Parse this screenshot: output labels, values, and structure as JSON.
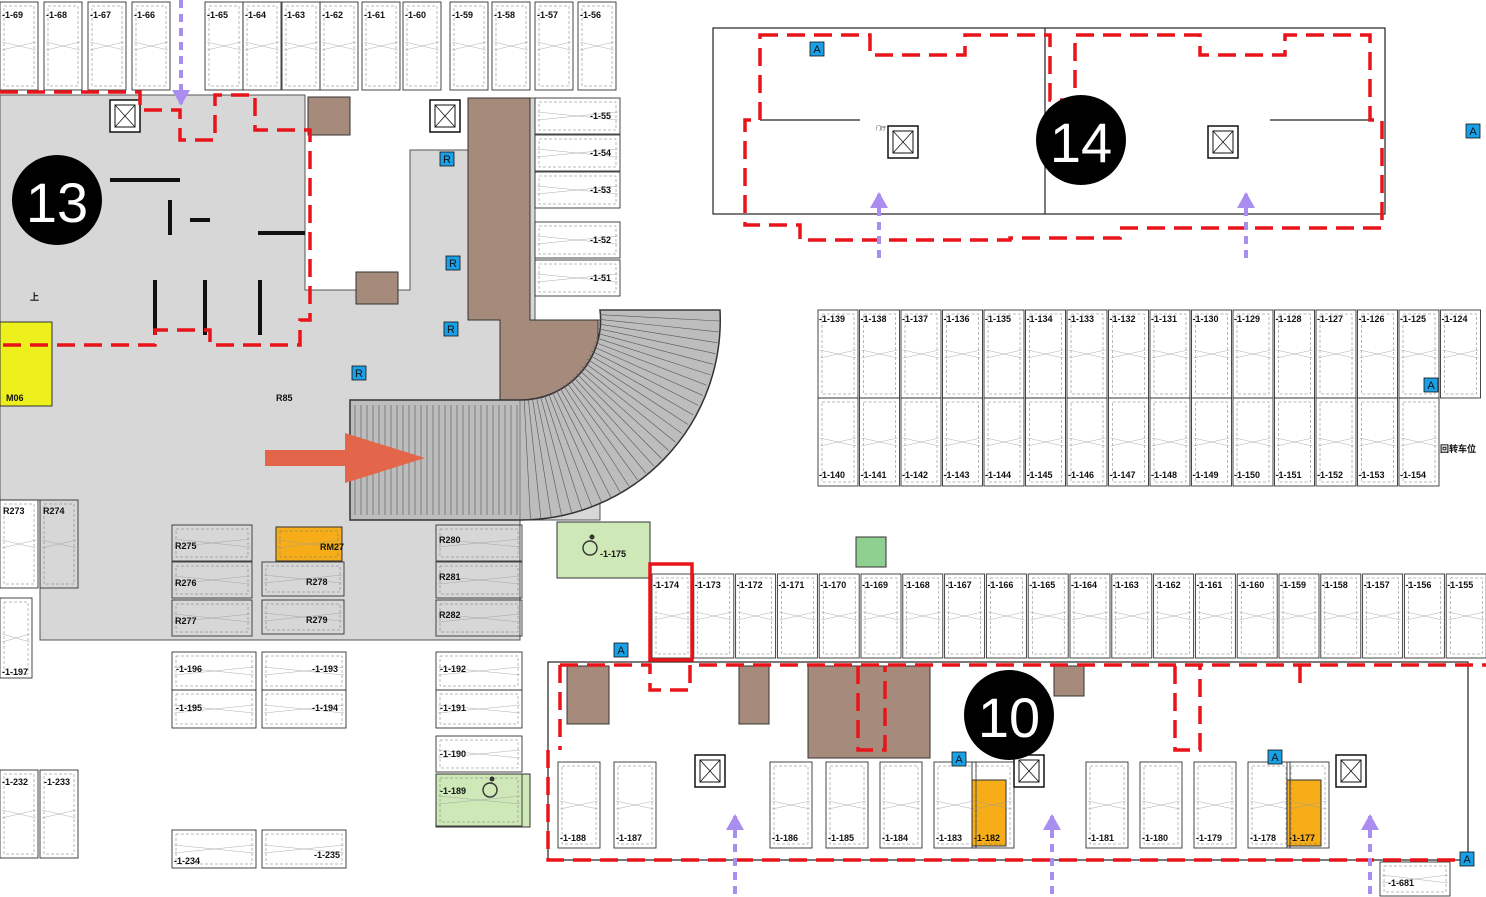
{
  "colors": {
    "boundary": "#e8141a",
    "purple_arrow": "#a98ef0",
    "orange_arrow": "#e3654a",
    "grey_zone": "#d7d7d7",
    "brown_room": "#a68b7d",
    "yellow_zone": "#eef01e",
    "orange_stall": "#f6ad18",
    "green_accessible": "#cfe8b8",
    "blue_tag": "#1aa0e6",
    "badge": "#000000"
  },
  "badges": [
    {
      "id": "13",
      "label": "13"
    },
    {
      "id": "14",
      "label": "14"
    },
    {
      "id": "10",
      "label": "10"
    }
  ],
  "icons": {
    "access_tag_letter": "A",
    "ramp_tag_letter": "R",
    "arrow_icon": "arrow-right-icon",
    "elevator_icon": "elevator-icon",
    "stair_icon": "stair-icon",
    "wheelchair_icon": "wheelchair-icon"
  },
  "room_labels": {
    "turn_area": "回转车位",
    "up": "上",
    "door": "门厅",
    "zone_m06": "M06",
    "zone_r85": "R85"
  },
  "stalls": {
    "top_left_row": [
      "-1-69",
      "-1-68",
      "-1-67",
      "-1-66",
      "-1-65",
      "-1-64",
      "-1-63",
      "-1-62",
      "-1-61",
      "-1-60",
      "-1-59",
      "-1-58",
      "-1-57",
      "-1-56"
    ],
    "right_column_upper": [
      "-1-55",
      "-1-54",
      "-1-53",
      "-1-52",
      "-1-51"
    ],
    "middle_upper_row": [
      "-1-139",
      "-1-138",
      "-1-137",
      "-1-136",
      "-1-135",
      "-1-134",
      "-1-133",
      "-1-132",
      "-1-131",
      "-1-130",
      "-1-129",
      "-1-128",
      "-1-127",
      "-1-126",
      "-1-125",
      "-1-124"
    ],
    "middle_lower_row": [
      "-1-140",
      "-1-141",
      "-1-142",
      "-1-143",
      "-1-144",
      "-1-145",
      "-1-146",
      "-1-147",
      "-1-148",
      "-1-149",
      "-1-150",
      "-1-151",
      "-1-152",
      "-1-153",
      "-1-154"
    ],
    "accessible_top": "-1-175",
    "row_174": [
      "-1-174",
      "-1-173",
      "-1-172",
      "-1-171",
      "-1-170",
      "-1-169",
      "-1-168",
      "-1-167",
      "-1-166",
      "-1-165",
      "-1-164",
      "-1-163",
      "-1-162",
      "-1-161",
      "-1-160",
      "-1-159",
      "-1-158",
      "-1-157",
      "-1-156",
      "-1-155"
    ],
    "bottom_row": [
      "-1-188",
      "-1-187",
      "-1-186",
      "-1-185",
      "-1-184",
      "-1-183",
      "-1-182",
      "-1-181",
      "-1-180",
      "-1-179",
      "-1-178",
      "-1-177"
    ],
    "r_stalls_left": [
      "R273",
      "R274",
      "R275",
      "R276",
      "R277"
    ],
    "r_stalls_mid": [
      "RM27",
      "R278",
      "R279"
    ],
    "r_stalls_right": [
      "R280",
      "R281",
      "R282"
    ],
    "left_lower": [
      "-1-197",
      "-1-196",
      "-1-195",
      "-1-193",
      "-1-194",
      "-1-192",
      "-1-191",
      "-1-190",
      "-1-189",
      "-1-232",
      "-1-233",
      "-1-234",
      "-1-235",
      "-1-681"
    ]
  }
}
